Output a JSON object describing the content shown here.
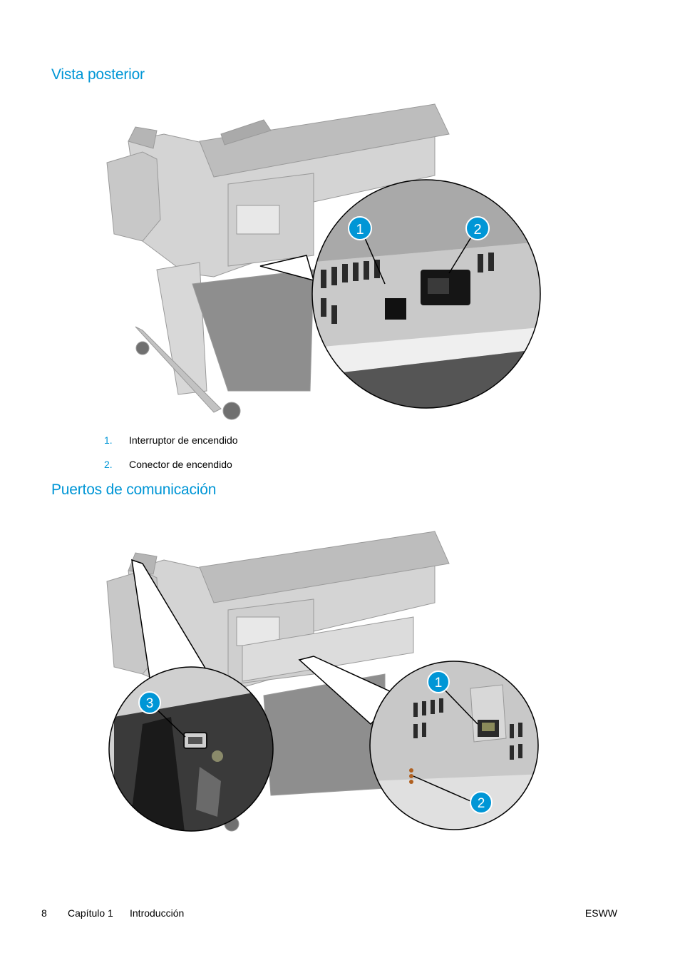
{
  "sections": [
    {
      "title": "Vista posterior",
      "callouts": [
        {
          "num": "1.",
          "label": "Interruptor de encendido"
        },
        {
          "num": "2.",
          "label": "Conector de encendido"
        }
      ],
      "badges": [
        "1",
        "2"
      ]
    },
    {
      "title": "Puertos de comunicación",
      "badges": [
        "1",
        "2",
        "3"
      ]
    }
  ],
  "footer": {
    "page_number": "8",
    "chapter": "Capítulo 1",
    "chapter_title": "Introducción",
    "locale": "ESWW"
  },
  "colors": {
    "heading": "#0096d6",
    "callout_number": "#0096d6",
    "badge": "#0096d6"
  }
}
